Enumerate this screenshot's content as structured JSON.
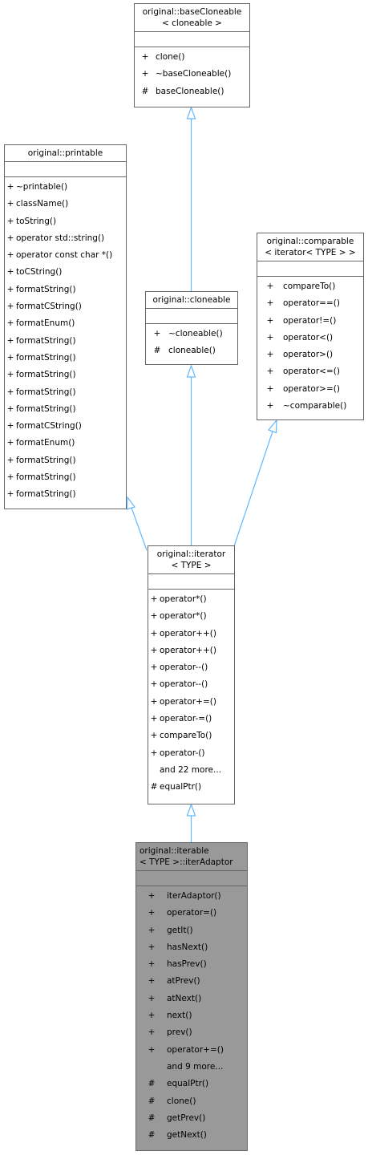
{
  "classes": {
    "baseCloneable": {
      "title": [
        "original::baseCloneable",
        "< cloneable >"
      ],
      "ops": [
        {
          "v": "+",
          "n": "clone()"
        },
        {
          "v": "+",
          "n": "~baseCloneable()"
        },
        {
          "v": "#",
          "n": "baseCloneable()"
        }
      ]
    },
    "printable": {
      "title": [
        "original::printable"
      ],
      "ops": [
        {
          "v": "+",
          "n": "~printable()"
        },
        {
          "v": "+",
          "n": "className()"
        },
        {
          "v": "+",
          "n": "toString()"
        },
        {
          "v": "+",
          "n": "operator std::string()"
        },
        {
          "v": "+",
          "n": "operator const char *()"
        },
        {
          "v": "+",
          "n": "toCString()"
        },
        {
          "v": "+",
          "n": "formatString()"
        },
        {
          "v": "+",
          "n": "formatCString()"
        },
        {
          "v": "+",
          "n": "formatEnum()"
        },
        {
          "v": "+",
          "n": "formatString()"
        },
        {
          "v": "+",
          "n": "formatString()"
        },
        {
          "v": "+",
          "n": "formatString()"
        },
        {
          "v": "+",
          "n": "formatString()"
        },
        {
          "v": "+",
          "n": "formatString()"
        },
        {
          "v": "+",
          "n": "formatCString()"
        },
        {
          "v": "+",
          "n": "formatEnum()"
        },
        {
          "v": "+",
          "n": "formatString()"
        },
        {
          "v": "+",
          "n": "formatString()"
        },
        {
          "v": "+",
          "n": "formatString()"
        }
      ]
    },
    "cloneable": {
      "title": [
        "original::cloneable"
      ],
      "ops": [
        {
          "v": "+",
          "n": "~cloneable()"
        },
        {
          "v": "#",
          "n": "cloneable()"
        }
      ]
    },
    "comparable": {
      "title": [
        "original::comparable",
        "< iterator< TYPE > >"
      ],
      "ops": [
        {
          "v": "+",
          "n": "compareTo()"
        },
        {
          "v": "+",
          "n": "operator==()"
        },
        {
          "v": "+",
          "n": "operator!=()"
        },
        {
          "v": "+",
          "n": "operator<()"
        },
        {
          "v": "+",
          "n": "operator>()"
        },
        {
          "v": "+",
          "n": "operator<=()"
        },
        {
          "v": "+",
          "n": "operator>=()"
        },
        {
          "v": "+",
          "n": "~comparable()"
        }
      ]
    },
    "iterator": {
      "title": [
        "original::iterator",
        "< TYPE >"
      ],
      "ops": [
        {
          "v": "+",
          "n": "operator*()"
        },
        {
          "v": "+",
          "n": "operator*()"
        },
        {
          "v": "+",
          "n": "operator++()"
        },
        {
          "v": "+",
          "n": "operator++()"
        },
        {
          "v": "+",
          "n": "operator--()"
        },
        {
          "v": "+",
          "n": "operator--()"
        },
        {
          "v": "+",
          "n": "operator+=()"
        },
        {
          "v": "+",
          "n": "operator-=()"
        },
        {
          "v": "+",
          "n": "compareTo()"
        },
        {
          "v": "+",
          "n": "operator-()"
        },
        {
          "v": "",
          "n": "and 22 more..."
        },
        {
          "v": "#",
          "n": "equalPtr()"
        }
      ]
    },
    "iterAdaptor": {
      "title": [
        "original::iterable",
        "< TYPE >::iterAdaptor"
      ],
      "ops": [
        {
          "v": "+",
          "n": "iterAdaptor()"
        },
        {
          "v": "+",
          "n": "operator=()"
        },
        {
          "v": "+",
          "n": "getIt()"
        },
        {
          "v": "+",
          "n": "hasNext()"
        },
        {
          "v": "+",
          "n": "hasPrev()"
        },
        {
          "v": "+",
          "n": "atPrev()"
        },
        {
          "v": "+",
          "n": "atNext()"
        },
        {
          "v": "+",
          "n": "next()"
        },
        {
          "v": "+",
          "n": "prev()"
        },
        {
          "v": "+",
          "n": "operator+=()"
        },
        {
          "v": "",
          "n": "and 9 more..."
        },
        {
          "v": "#",
          "n": "equalPtr()"
        },
        {
          "v": "#",
          "n": "clone()"
        },
        {
          "v": "#",
          "n": "getPrev()"
        },
        {
          "v": "#",
          "n": "getNext()"
        }
      ]
    }
  },
  "colors": {
    "edge": "#63B8FF",
    "border": "#666666",
    "highlight_fill": "#999999"
  }
}
